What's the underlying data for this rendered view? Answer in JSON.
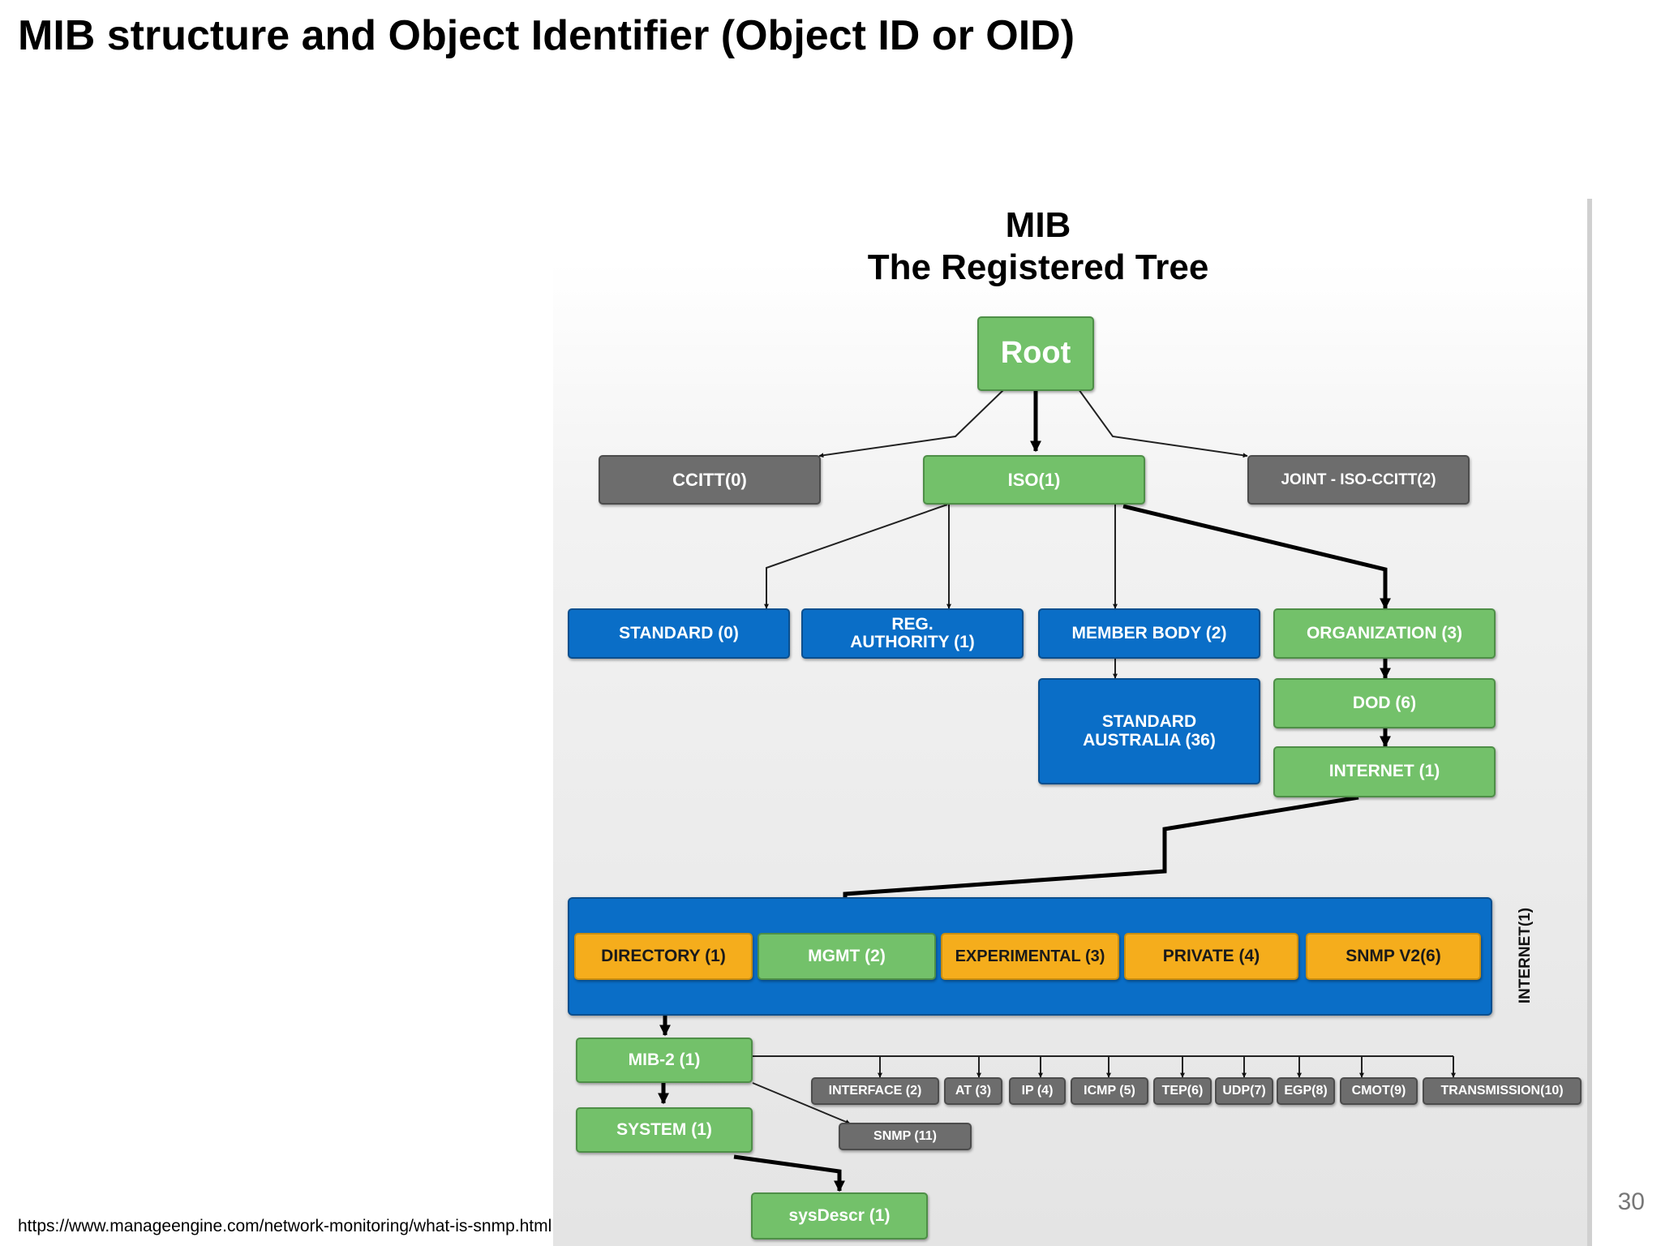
{
  "slide": {
    "title": "MIB structure and Object Identifier (Object ID or OID)",
    "source_url": "https://www.manageengine.com/network-monitoring/what-is-snmp.html",
    "page_number": "30"
  },
  "diagram": {
    "title_line1": "MIB",
    "title_line2": "The Registered Tree",
    "nodes": {
      "root": "Root",
      "ccitt": "CCITT(0)",
      "iso": "ISO(1)",
      "joint": "JOINT - ISO-CCITT(2)",
      "standard": "STANDARD (0)",
      "reg_authority_1": "REG.",
      "reg_authority_2": "AUTHORITY (1)",
      "member_body": "MEMBER BODY (2)",
      "organization": "ORGANIZATION (3)",
      "standard_australia_1": "STANDARD",
      "standard_australia_2": "AUSTRALIA (36)",
      "dod": "DOD (6)",
      "internet": "INTERNET (1)",
      "directory": "DIRECTORY (1)",
      "mgmt": "MGMT (2)",
      "experimental": "EXPERIMENTAL (3)",
      "private": "PRIVATE (4)",
      "snmpv2": "SNMP V2(6)",
      "internet_panel_label": "INTERNET(1)",
      "mib2": "MIB-2 (1)",
      "system": "SYSTEM (1)",
      "sysdescr": "sysDescr (1)",
      "snmp": "SNMP (11)",
      "interface": "INTERFACE (2)",
      "at": "AT (3)",
      "ip": "IP (4)",
      "icmp": "ICMP (5)",
      "tcp": "TEP(6)",
      "udp": "UDP(7)",
      "egp": "EGP(8)",
      "cmot": "CMOT(9)",
      "transmission": "TRANSMISSION(10)"
    }
  },
  "colors": {
    "green": "#73c16a",
    "gray": "#6d6d6d",
    "blue": "#0a6ec7",
    "orange": "#f5ad1c"
  }
}
